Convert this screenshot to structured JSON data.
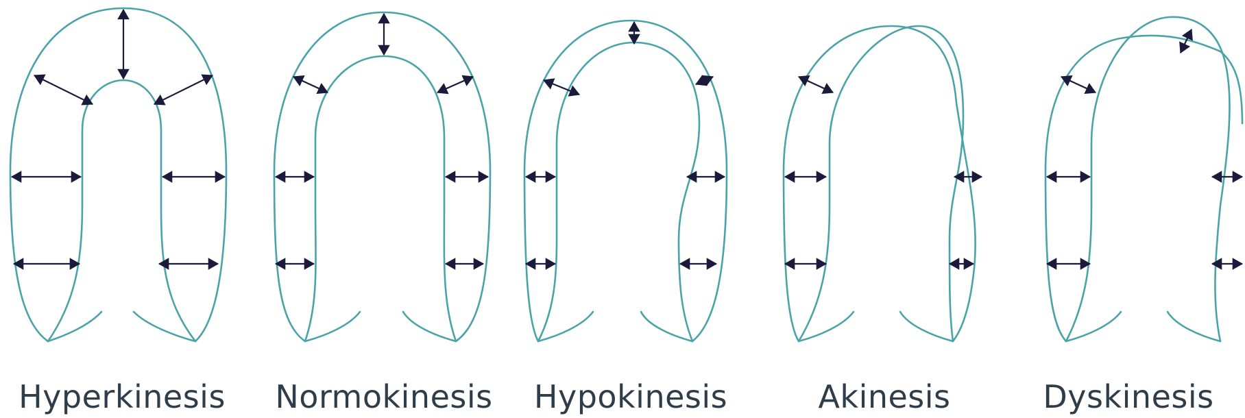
{
  "panels": [
    {
      "id": "hyperkinesis",
      "label": "Hyperkinesis"
    },
    {
      "id": "normokinesis",
      "label": "Normokinesis"
    },
    {
      "id": "hypokinesis",
      "label": "Hypokinesis"
    },
    {
      "id": "akinesis",
      "label": "Akinesis"
    },
    {
      "id": "dyskinesis",
      "label": "Dyskinesis"
    }
  ],
  "colors": {
    "outline": "#4aa3a8",
    "arrow": "#1a1a3a",
    "label_text": "#2f3d4a",
    "background": "#ffffff"
  }
}
